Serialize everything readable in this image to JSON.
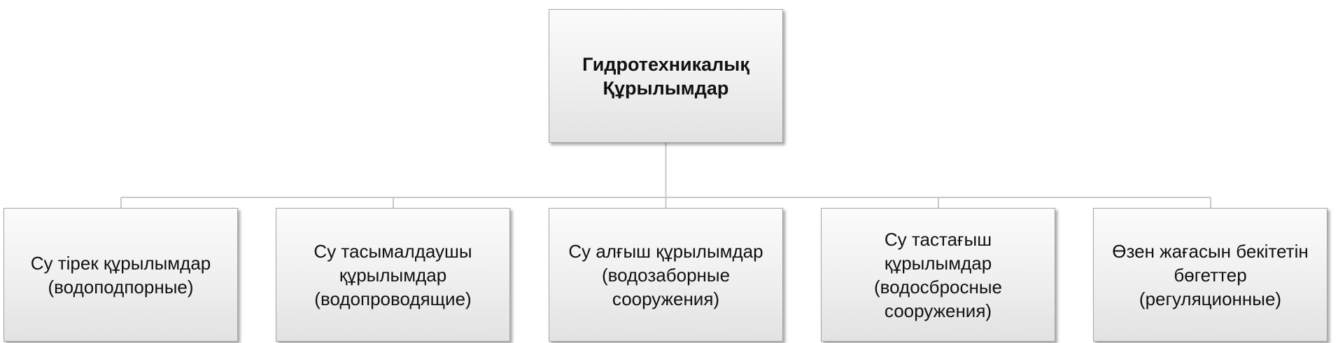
{
  "diagram": {
    "root": {
      "label": "Гидротехникалық Құрылымдар"
    },
    "children": [
      {
        "label": "Су тірек құрылымдар (водоподпорные)"
      },
      {
        "label": "Су тасымалдаушы құрылымдар (водопроводящие)"
      },
      {
        "label": "Су алғыш құрылымдар (водозаборные сооружения)"
      },
      {
        "label": "Су тастағыш құрылымдар (водосбросные сооружения)"
      },
      {
        "label": "Өзен жағасын бекітетін бөгеттер (регуляционные)"
      }
    ],
    "colors": {
      "connector": "#c8c8c8",
      "box_border": "#a6a6a6",
      "box_fill_top": "#fbfbfb",
      "box_fill_bottom": "#e2e2e2"
    }
  }
}
